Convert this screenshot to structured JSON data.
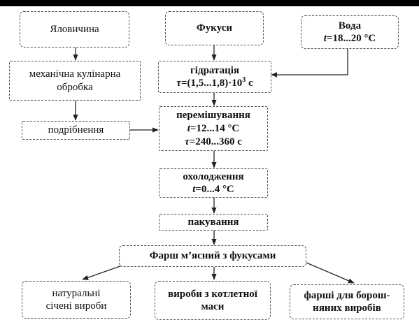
{
  "nodes": {
    "beef": {
      "label": "Яловичина"
    },
    "fucus": {
      "label": "Фукуси"
    },
    "water": {
      "label": "Вода",
      "temp_symbol": "t",
      "temp_value": "=18...20 °C"
    },
    "mech": {
      "line1": "механічна кулінарна",
      "line2": "обробка"
    },
    "hydration": {
      "label": "гідратація",
      "time_symbol": "τ",
      "time_value": "=(1,5...1,8)·10",
      "time_exp": "3",
      "time_unit": " с"
    },
    "grinding": {
      "label": "подрібнення"
    },
    "mixing": {
      "label": "перемішування",
      "temp_symbol": "t",
      "temp_value": "=12...14 °C",
      "time_symbol": "τ",
      "time_value": "=240...360 с"
    },
    "cooling": {
      "label": "охолодження",
      "temp_symbol": "t",
      "temp_value": "=0...4 °C"
    },
    "packing": {
      "label": "пакування"
    },
    "product": {
      "label": "Фарш м’ясний з фукусами"
    },
    "out1": {
      "line1": "натуральні",
      "line2": "сiченi вироби"
    },
    "out2": {
      "line1": "вироби з котлетної",
      "line2": "маси"
    },
    "out3": {
      "line1": "фарші для борош-",
      "line2": "няних виробів"
    }
  }
}
